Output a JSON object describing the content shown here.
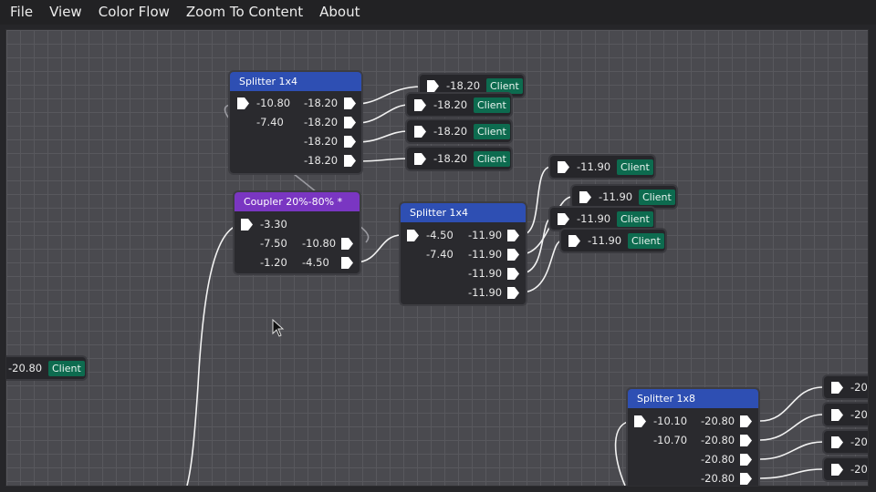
{
  "menu": [
    "File",
    "View",
    "Color Flow",
    "Zoom To Content",
    "About"
  ],
  "nodes": {
    "splitter_a": {
      "title": "Splitter 1x4",
      "inputs": [
        "-10.80",
        "-7.40"
      ],
      "outputs": [
        "-18.20",
        "-18.20",
        "-18.20",
        "-18.20"
      ]
    },
    "coupler": {
      "title": "Coupler 20%-80% *",
      "input": "-3.30",
      "left": [
        "-7.50",
        "-1.20"
      ],
      "outputs": [
        "-10.80",
        "-4.50"
      ]
    },
    "splitter_b": {
      "title": "Splitter 1x4",
      "inputs": [
        "-4.50",
        "-7.40"
      ],
      "outputs": [
        "-11.90",
        "-11.90",
        "-11.90",
        "-11.90"
      ]
    },
    "splitter_c": {
      "title": "Splitter 1x8",
      "inputs": [
        "-10.10",
        "-10.70"
      ],
      "outputs": [
        "-20.80",
        "-20.80",
        "-20.80",
        "-20.80"
      ]
    }
  },
  "clients": {
    "label": "Client",
    "a": [
      "-18.20",
      "-18.20",
      "-18.20",
      "-18.20"
    ],
    "b": [
      "-11.90",
      "-11.90",
      "-11.90",
      "-11.90"
    ],
    "left": "-20.80",
    "right": [
      "-20",
      "-20",
      "-20",
      "-20"
    ]
  }
}
